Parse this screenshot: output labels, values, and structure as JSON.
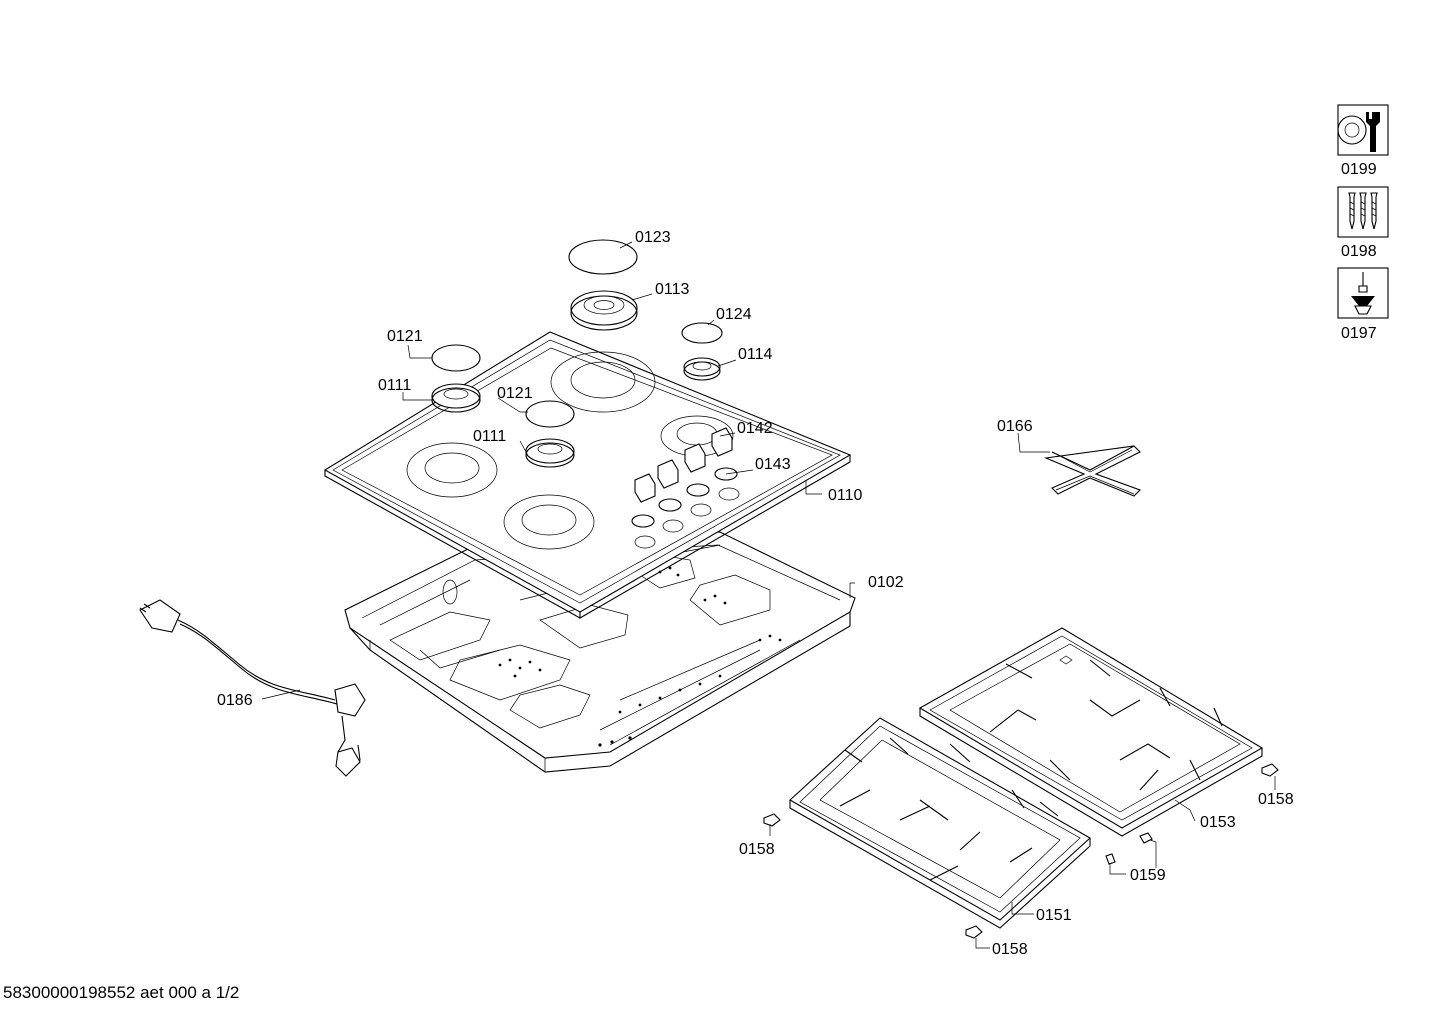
{
  "footer": {
    "document_code": "58300000198552 aet 000 a 1/2"
  },
  "icons": [
    {
      "label": "0199",
      "icon": "seal-wrench-icon"
    },
    {
      "label": "0198",
      "icon": "screws-icon"
    },
    {
      "label": "0197",
      "icon": "screwdriver-plug-icon"
    }
  ],
  "callouts": {
    "c0123": "0123",
    "c0113": "0113",
    "c0124": "0124",
    "c0114": "0114",
    "c0121a": "0121",
    "c0111a": "0111",
    "c0121b": "0121",
    "c0111b": "0111",
    "c0142": "0142",
    "c0143": "0143",
    "c0110": "0110",
    "c0166": "0166",
    "c0102": "0102",
    "c0186": "0186",
    "c0158a": "0158",
    "c0153": "0153",
    "c0158b": "0158",
    "c0159": "0159",
    "c0151": "0151",
    "c0158c": "0158"
  }
}
